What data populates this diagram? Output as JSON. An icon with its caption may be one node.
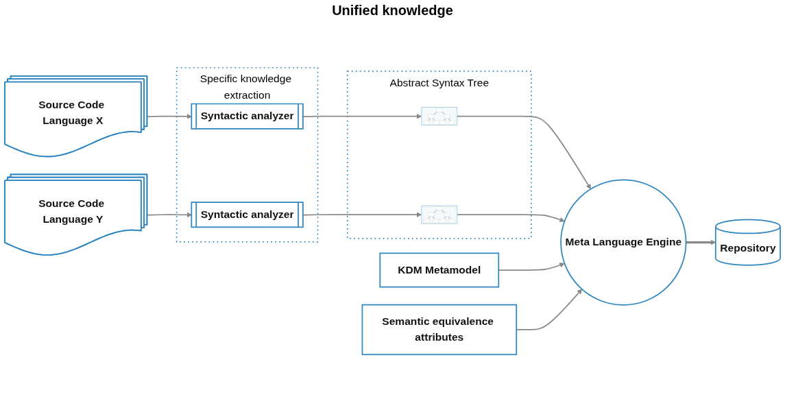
{
  "diagram": {
    "nodes": [
      {
        "text": [
          "Source Code Language X"
        ]
      },
      {
        "text": [
          "Source Code Language Y"
        ]
      },
      {
        "text": [
          "Specific knowledge extraction"
        ]
      },
      {
        "text": [
          "Syntactic analyzer"
        ],
        "in": 2
      },
      {
        "text": [
          "Syntactic analyzer"
        ],
        "in": 2
      },
      {
        "text": [
          "Abstract Syntax Tree"
        ]
      },
      {
        "text": [],
        "shape": "picture",
        "in": 5
      },
      {
        "text": [],
        "shape": "picture",
        "in": 5
      },
      {
        "text": [
          "KDM Metamodel"
        ]
      },
      {
        "text": [
          "Meta Language Engine"
        ]
      },
      {
        "text": [
          "Repository"
        ]
      },
      {
        "text": [
          "Semantic equivalence attributes"
        ]
      }
    ],
    "edges": [
      {
        "from": 0,
        "to": 3,
        "arrow": "to"
      },
      {
        "from": 1,
        "to": 4,
        "arrow": "to"
      },
      {
        "from": 3,
        "to": 6,
        "arrow": "to"
      },
      {
        "from": 4,
        "to": 7,
        "arrow": "to"
      },
      {
        "from": 6,
        "to": 9,
        "arrow": "to"
      },
      {
        "from": 7,
        "to": 9,
        "arrow": "to"
      },
      {
        "from": 8,
        "to": 9,
        "arrow": "to"
      },
      {
        "from": 11,
        "to": 9,
        "arrow": "to"
      },
      {
        "from": 9,
        "to": 10,
        "arrow": "to",
        "style": "thick"
      }
    ],
    "labels": [
      "Unified knowledge"
    ]
  }
}
